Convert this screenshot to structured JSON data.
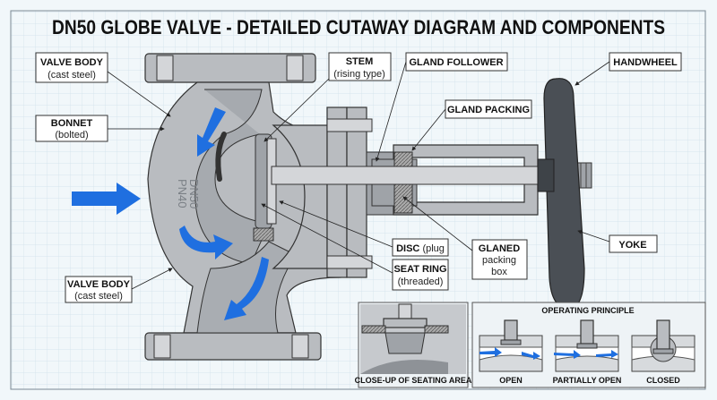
{
  "title": "DN50 GLOBE VALVE - DETAILED CUTAWAY DIAGRAM AND COMPONENTS",
  "body_marking": [
    "DN50",
    "PN40"
  ],
  "labels": {
    "valve_body_top": {
      "title": "VALVE BODY",
      "sub": "(cast steel)"
    },
    "bonnet": {
      "title": "BONNET",
      "sub": "(bolted)"
    },
    "stem": {
      "title": "STEM",
      "sub": "(rising type)"
    },
    "gland_follower": {
      "title": "GLAND FOLLOWER"
    },
    "gland_packing": {
      "title": "GLAND PACKING"
    },
    "handwheel": {
      "title": "HANDWHEEL"
    },
    "disc": {
      "title": "DISC",
      "sub": "(plug"
    },
    "seat_ring": {
      "title": "SEAT RING",
      "sub": "(threaded)"
    },
    "glaned": {
      "title": "GLANED",
      "sub1": "packing",
      "sub2": "box"
    },
    "yoke": {
      "title": "YOKE"
    },
    "valve_body_bottom": {
      "title": "VALVE BODY",
      "sub": "(cast steel)"
    }
  },
  "closeup": {
    "caption": "CLOSE-UP OF SEATING AREA"
  },
  "operating": {
    "title": "OPERATING PRINCIPLE",
    "states": [
      "OPEN",
      "PARTIALLY OPEN",
      "CLOSED"
    ]
  },
  "colors": {
    "flow_arrow": "#1f6fe0",
    "grid": "#cfe0ea",
    "background": "#f1f7fa"
  }
}
